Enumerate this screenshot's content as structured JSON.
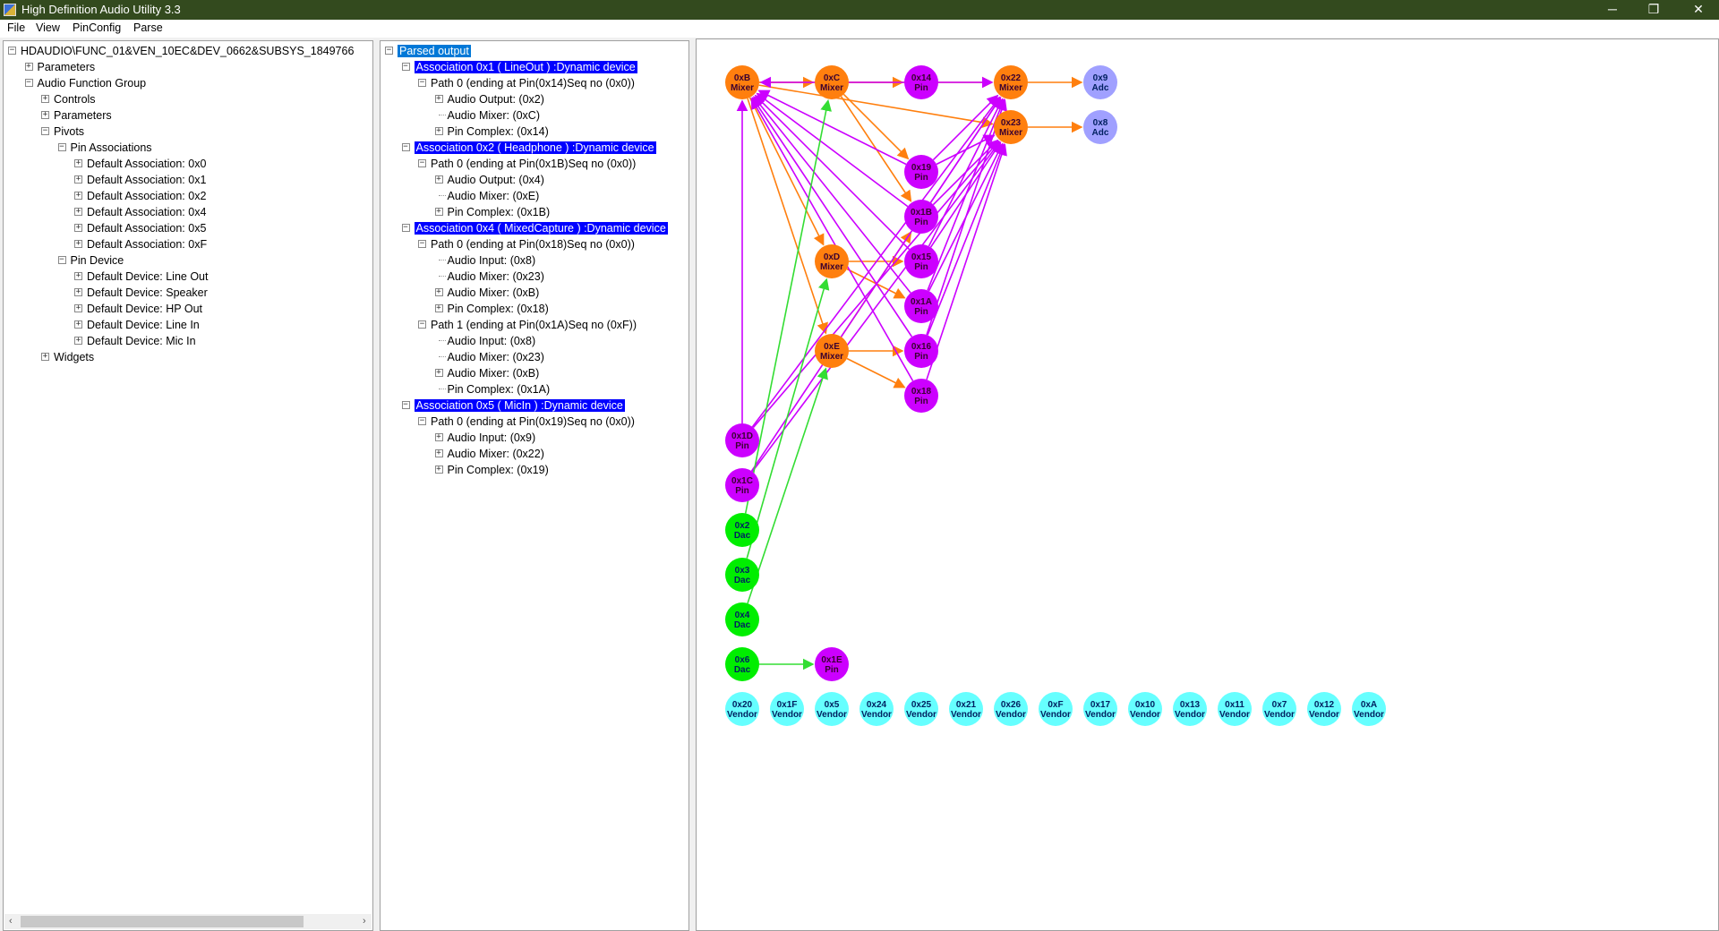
{
  "window": {
    "title": "High Definition Audio Utility 3.3",
    "minimize": "─",
    "restore": "❐",
    "close": "✕"
  },
  "menu": [
    "File",
    "View",
    "PinConfig",
    "Parse"
  ],
  "left_tree": [
    {
      "label": "HDAUDIO\\FUNC_01&VEN_10EC&DEV_0662&SUBSYS_1849766",
      "level": 0,
      "exp": "-"
    },
    {
      "label": "Parameters",
      "level": 1,
      "exp": "+"
    },
    {
      "label": "Audio Function Group",
      "level": 1,
      "exp": "-"
    },
    {
      "label": "Controls",
      "level": 2,
      "exp": "+"
    },
    {
      "label": "Parameters",
      "level": 2,
      "exp": "+"
    },
    {
      "label": "Pivots",
      "level": 2,
      "exp": "-"
    },
    {
      "label": "Pin Associations",
      "level": 3,
      "exp": "-"
    },
    {
      "label": "Default Association: 0x0",
      "level": 4,
      "exp": "+"
    },
    {
      "label": "Default Association: 0x1",
      "level": 4,
      "exp": "+"
    },
    {
      "label": "Default Association: 0x2",
      "level": 4,
      "exp": "+"
    },
    {
      "label": "Default Association: 0x4",
      "level": 4,
      "exp": "+"
    },
    {
      "label": "Default Association: 0x5",
      "level": 4,
      "exp": "+"
    },
    {
      "label": "Default Association: 0xF",
      "level": 4,
      "exp": "+"
    },
    {
      "label": "Pin Device",
      "level": 3,
      "exp": "-"
    },
    {
      "label": "Default Device: Line Out",
      "level": 4,
      "exp": "+"
    },
    {
      "label": "Default Device: Speaker",
      "level": 4,
      "exp": "+"
    },
    {
      "label": "Default Device: HP Out",
      "level": 4,
      "exp": "+"
    },
    {
      "label": "Default Device: Line In",
      "level": 4,
      "exp": "+"
    },
    {
      "label": "Default Device: Mic In",
      "level": 4,
      "exp": "+"
    },
    {
      "label": "Widgets",
      "level": 2,
      "exp": "+"
    }
  ],
  "mid_tree": [
    {
      "label": "Parsed output",
      "level": 0,
      "exp": "-",
      "hl": "sel"
    },
    {
      "label": "Association 0x1 ( LineOut ) :Dynamic device",
      "level": 1,
      "exp": "-",
      "hl": "blue"
    },
    {
      "label": "Path 0 (ending at Pin(0x14)Seq no (0x0))",
      "level": 2,
      "exp": "-"
    },
    {
      "label": "Audio Output: (0x2)",
      "level": 3,
      "exp": "+"
    },
    {
      "label": "Audio Mixer: (0xC)",
      "level": 3,
      "exp": ""
    },
    {
      "label": "Pin Complex: (0x14)",
      "level": 3,
      "exp": "+"
    },
    {
      "label": "Association 0x2 ( Headphone ) :Dynamic device",
      "level": 1,
      "exp": "-",
      "hl": "blue"
    },
    {
      "label": "Path 0 (ending at Pin(0x1B)Seq no (0x0))",
      "level": 2,
      "exp": "-"
    },
    {
      "label": "Audio Output: (0x4)",
      "level": 3,
      "exp": "+"
    },
    {
      "label": "Audio Mixer: (0xE)",
      "level": 3,
      "exp": ""
    },
    {
      "label": "Pin Complex: (0x1B)",
      "level": 3,
      "exp": "+"
    },
    {
      "label": "Association 0x4 ( MixedCapture ) :Dynamic device",
      "level": 1,
      "exp": "-",
      "hl": "blue"
    },
    {
      "label": "Path 0 (ending at Pin(0x18)Seq no (0x0))",
      "level": 2,
      "exp": "-"
    },
    {
      "label": "Audio Input: (0x8)",
      "level": 3,
      "exp": ""
    },
    {
      "label": "Audio Mixer: (0x23)",
      "level": 3,
      "exp": ""
    },
    {
      "label": "Audio Mixer: (0xB)",
      "level": 3,
      "exp": "+"
    },
    {
      "label": "Pin Complex: (0x18)",
      "level": 3,
      "exp": "+"
    },
    {
      "label": "Path 1 (ending at Pin(0x1A)Seq no (0xF))",
      "level": 2,
      "exp": "-"
    },
    {
      "label": "Audio Input: (0x8)",
      "level": 3,
      "exp": ""
    },
    {
      "label": "Audio Mixer: (0x23)",
      "level": 3,
      "exp": ""
    },
    {
      "label": "Audio Mixer: (0xB)",
      "level": 3,
      "exp": "+"
    },
    {
      "label": "Pin Complex: (0x1A)",
      "level": 3,
      "exp": ""
    },
    {
      "label": "Association 0x5 ( MicIn ) :Dynamic device",
      "level": 1,
      "exp": "-",
      "hl": "blue"
    },
    {
      "label": "Path 0 (ending at Pin(0x19)Seq no (0x0))",
      "level": 2,
      "exp": "-"
    },
    {
      "label": "Audio Input: (0x9)",
      "level": 3,
      "exp": "+"
    },
    {
      "label": "Audio Mixer: (0x22)",
      "level": 3,
      "exp": "+"
    },
    {
      "label": "Pin Complex: (0x19)",
      "level": 3,
      "exp": "+"
    }
  ],
  "colors": {
    "mixer": "#ff7f0e",
    "pin": "#cc00ff",
    "dac": "#00ee00",
    "adc": "#a0a0ff",
    "vendor": "#66ffff",
    "mixer_edge": "#ff7f0e",
    "pin_edge": "#cc00ff",
    "dac_edge": "#33dd33"
  },
  "graph": {
    "nodes": [
      {
        "id": "0xB",
        "kind": "Mixer"
      },
      {
        "id": "0xC",
        "kind": "Mixer"
      },
      {
        "id": "0x14",
        "kind": "Pin"
      },
      {
        "id": "0x22",
        "kind": "Mixer"
      },
      {
        "id": "0x9",
        "kind": "Adc"
      },
      {
        "id": "0x23",
        "kind": "Mixer"
      },
      {
        "id": "0x8",
        "kind": "Adc"
      },
      {
        "id": "0x19",
        "kind": "Pin"
      },
      {
        "id": "0x1B",
        "kind": "Pin"
      },
      {
        "id": "0xD",
        "kind": "Mixer"
      },
      {
        "id": "0x15",
        "kind": "Pin"
      },
      {
        "id": "0x1A",
        "kind": "Pin"
      },
      {
        "id": "0xE",
        "kind": "Mixer"
      },
      {
        "id": "0x16",
        "kind": "Pin"
      },
      {
        "id": "0x18",
        "kind": "Pin"
      },
      {
        "id": "0x1D",
        "kind": "Pin"
      },
      {
        "id": "0x1C",
        "kind": "Pin"
      },
      {
        "id": "0x2",
        "kind": "Dac"
      },
      {
        "id": "0x3",
        "kind": "Dac"
      },
      {
        "id": "0x4",
        "kind": "Dac"
      },
      {
        "id": "0x6",
        "kind": "Dac"
      },
      {
        "id": "0x1E",
        "kind": "Pin"
      },
      {
        "id": "0x20",
        "kind": "Vendor"
      },
      {
        "id": "0x1F",
        "kind": "Vendor"
      },
      {
        "id": "0x5",
        "kind": "Vendor"
      },
      {
        "id": "0x24",
        "kind": "Vendor"
      },
      {
        "id": "0x25",
        "kind": "Vendor"
      },
      {
        "id": "0x21",
        "kind": "Vendor"
      },
      {
        "id": "0x26",
        "kind": "Vendor"
      },
      {
        "id": "0xF",
        "kind": "Vendor"
      },
      {
        "id": "0x17",
        "kind": "Vendor"
      },
      {
        "id": "0x10",
        "kind": "Vendor"
      },
      {
        "id": "0x13",
        "kind": "Vendor"
      },
      {
        "id": "0x11",
        "kind": "Vendor"
      },
      {
        "id": "0x7",
        "kind": "Vendor"
      },
      {
        "id": "0x12",
        "kind": "Vendor"
      },
      {
        "id": "0xA",
        "kind": "Vendor"
      }
    ],
    "edges": [
      {
        "from": "0xB",
        "to": "0xC",
        "color": "mixer_edge"
      },
      {
        "from": "0xC",
        "to": "0x14",
        "color": "mixer_edge"
      },
      {
        "from": "0xB",
        "to": "0x22",
        "color": "mixer_edge"
      },
      {
        "from": "0xB",
        "to": "0x23",
        "color": "mixer_edge"
      },
      {
        "from": "0x22",
        "to": "0x9",
        "color": "mixer_edge"
      },
      {
        "from": "0x23",
        "to": "0x8",
        "color": "mixer_edge"
      },
      {
        "from": "0xC",
        "to": "0x19",
        "color": "mixer_edge"
      },
      {
        "from": "0xC",
        "to": "0x1B",
        "color": "mixer_edge"
      },
      {
        "from": "0xB",
        "to": "0xD",
        "color": "mixer_edge"
      },
      {
        "from": "0xB",
        "to": "0xE",
        "color": "mixer_edge"
      },
      {
        "from": "0xD",
        "to": "0x15",
        "color": "mixer_edge"
      },
      {
        "from": "0xD",
        "to": "0x1A",
        "color": "mixer_edge"
      },
      {
        "from": "0xE",
        "to": "0x16",
        "color": "mixer_edge"
      },
      {
        "from": "0xE",
        "to": "0x18",
        "color": "mixer_edge"
      },
      {
        "from": "0xE",
        "to": "0x1B",
        "color": "mixer_edge"
      },
      {
        "from": "0x14",
        "to": "0xB",
        "color": "pin_edge"
      },
      {
        "from": "0x14",
        "to": "0x22",
        "color": "pin_edge"
      },
      {
        "from": "0x19",
        "to": "0xB",
        "color": "pin_edge"
      },
      {
        "from": "0x19",
        "to": "0x22",
        "color": "pin_edge"
      },
      {
        "from": "0x19",
        "to": "0x23",
        "color": "pin_edge"
      },
      {
        "from": "0x1B",
        "to": "0xB",
        "color": "pin_edge"
      },
      {
        "from": "0x1B",
        "to": "0x22",
        "color": "pin_edge"
      },
      {
        "from": "0x1B",
        "to": "0x23",
        "color": "pin_edge"
      },
      {
        "from": "0x15",
        "to": "0xB",
        "color": "pin_edge"
      },
      {
        "from": "0x15",
        "to": "0x22",
        "color": "pin_edge"
      },
      {
        "from": "0x15",
        "to": "0x23",
        "color": "pin_edge"
      },
      {
        "from": "0x1A",
        "to": "0xB",
        "color": "pin_edge"
      },
      {
        "from": "0x1A",
        "to": "0x22",
        "color": "pin_edge"
      },
      {
        "from": "0x1A",
        "to": "0x23",
        "color": "pin_edge"
      },
      {
        "from": "0x16",
        "to": "0xB",
        "color": "pin_edge"
      },
      {
        "from": "0x16",
        "to": "0x22",
        "color": "pin_edge"
      },
      {
        "from": "0x16",
        "to": "0x23",
        "color": "pin_edge"
      },
      {
        "from": "0x18",
        "to": "0xB",
        "color": "pin_edge"
      },
      {
        "from": "0x18",
        "to": "0x23",
        "color": "pin_edge"
      },
      {
        "from": "0x1D",
        "to": "0xB",
        "color": "pin_edge"
      },
      {
        "from": "0x1D",
        "to": "0x22",
        "color": "pin_edge"
      },
      {
        "from": "0x1D",
        "to": "0x23",
        "color": "pin_edge"
      },
      {
        "from": "0x1C",
        "to": "0x22",
        "color": "pin_edge"
      },
      {
        "from": "0x1C",
        "to": "0x23",
        "color": "pin_edge"
      },
      {
        "from": "0x2",
        "to": "0xC",
        "color": "dac_edge"
      },
      {
        "from": "0x3",
        "to": "0xD",
        "color": "dac_edge"
      },
      {
        "from": "0x4",
        "to": "0xE",
        "color": "dac_edge"
      },
      {
        "from": "0x6",
        "to": "0x1E",
        "color": "dac_edge"
      }
    ]
  }
}
